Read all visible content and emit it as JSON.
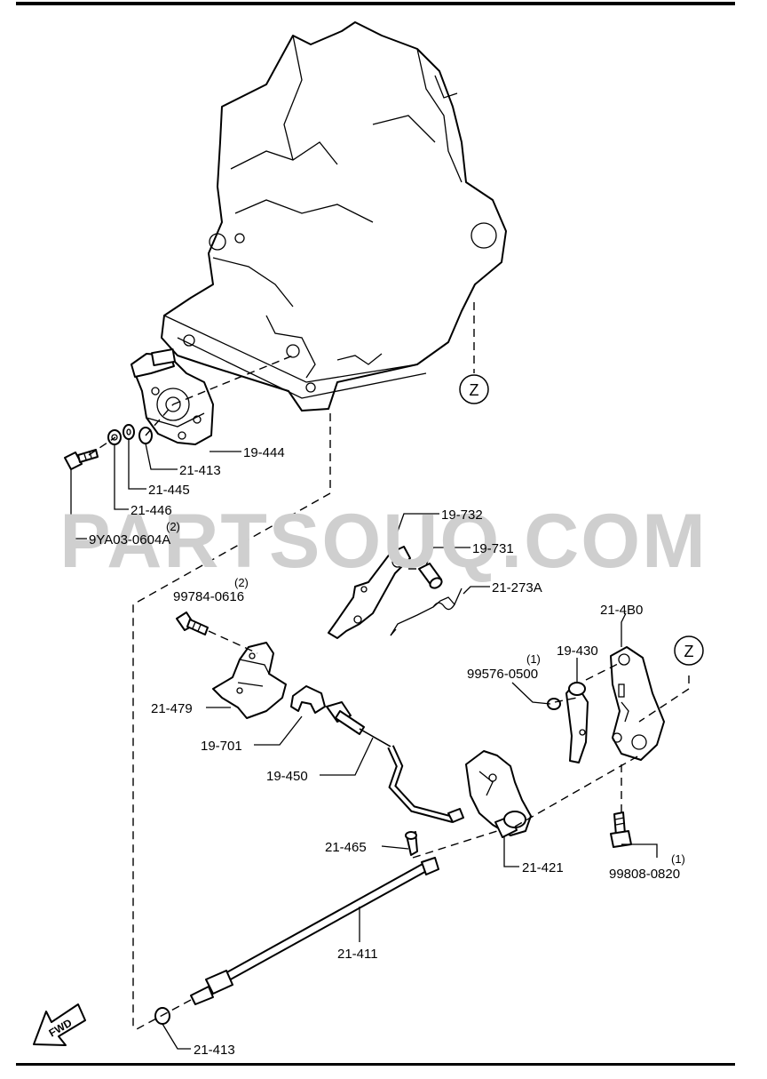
{
  "watermark": "PARTSOUQ.COM",
  "labels": {
    "p19_444": "19-444",
    "p21_413_top": "21-413",
    "p21_445": "21-445",
    "p21_446": "21-446",
    "p9ya03_qty": "(2)",
    "p9ya03": "9YA03-0604A",
    "p19_732": "19-732",
    "p19_731": "19-731",
    "p21_273a": "21-273A",
    "p99784_qty": "(2)",
    "p99784": "99784-0616",
    "p21_4b0": "21-4B0",
    "p19_430": "19-430",
    "p99576_qty": "(1)",
    "p99576": "99576-0500",
    "p21_479": "21-479",
    "p19_701": "19-701",
    "p19_450": "19-450",
    "p21_465": "21-465",
    "p21_421": "21-421",
    "p99808_qty": "(1)",
    "p99808": "99808-0820",
    "p21_411": "21-411",
    "p21_413_bottom": "21-413",
    "ref_z_top": "Z",
    "ref_z_right": "Z",
    "fwd": "FWD"
  },
  "icons": [
    "fwd-arrow-icon",
    "reference-circle-z"
  ]
}
